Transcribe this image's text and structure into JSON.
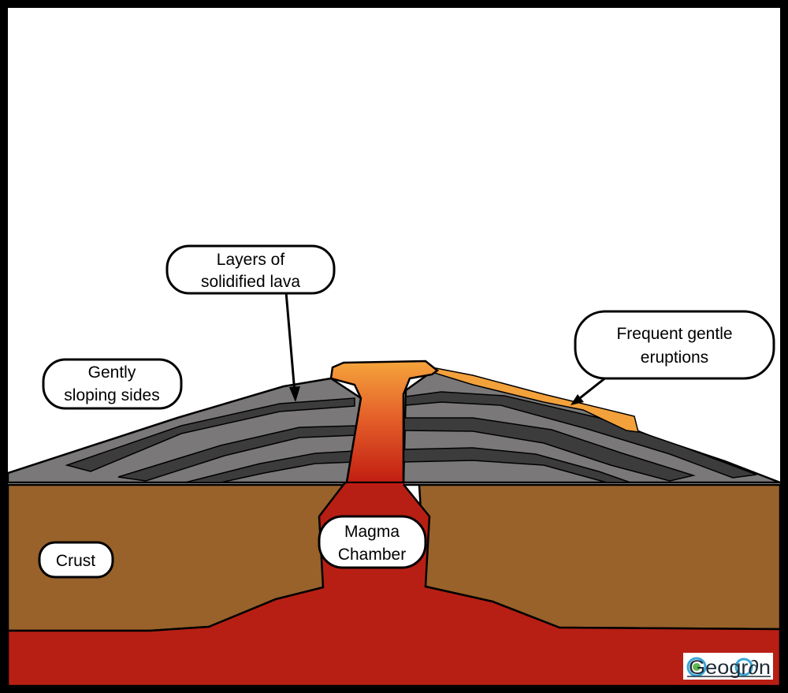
{
  "labels": {
    "layers_line1": "Layers of",
    "layers_line2": "solidified lava",
    "sides_line1": "Gently",
    "sides_line2": "sloping sides",
    "eruptions_line1": "Frequent gentle",
    "eruptions_line2": "eruptions",
    "magma_line1": "Magma",
    "magma_line2": "Chamber",
    "crust": "Crust"
  },
  "logo": {
    "text": "Geogr∂n"
  },
  "colors": {
    "sky": "#ffffff",
    "frame": "#000000",
    "rock_light": "#7a7878",
    "rock_dark": "#3c3c3c",
    "crust": "#98622a",
    "magma": "#b81f14",
    "lava_top": "#f3a13b",
    "lava_mid": "#e5622a"
  }
}
